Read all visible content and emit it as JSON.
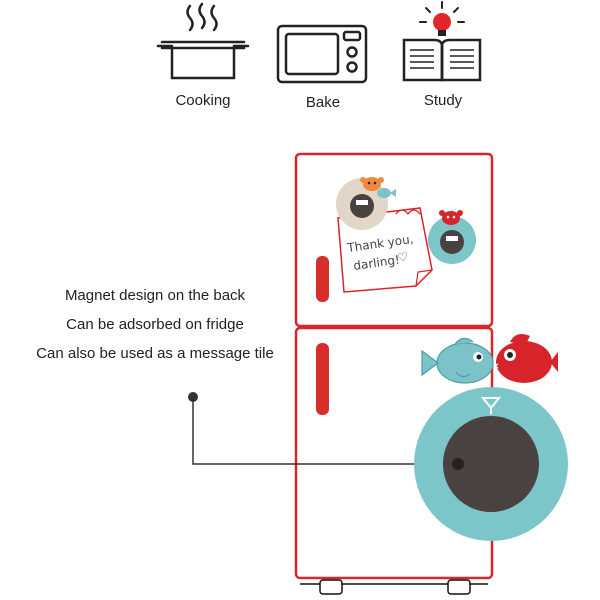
{
  "icons": [
    {
      "label": "Cooking",
      "icon": "cooking-pot-icon"
    },
    {
      "label": "Bake",
      "icon": "microwave-icon"
    },
    {
      "label": "Study",
      "icon": "book-lightbulb-icon"
    }
  ],
  "features": [
    "Magnet design on the back",
    "Can be adsorbed on fridge",
    "Can also be used as a message tile"
  ],
  "note": {
    "line1": "Thank you,",
    "line2": "darling!",
    "heart": "♡"
  },
  "colors": {
    "fridge_outline": "#d9252b",
    "fridge_handle": "#d62e2a",
    "timer_teal": "#7cc5c8",
    "timer_face": "#4a4141",
    "timer_beige": "#e2d6c9",
    "fish_blue": "#7cc3c9",
    "fish_red": "#d7242a"
  }
}
